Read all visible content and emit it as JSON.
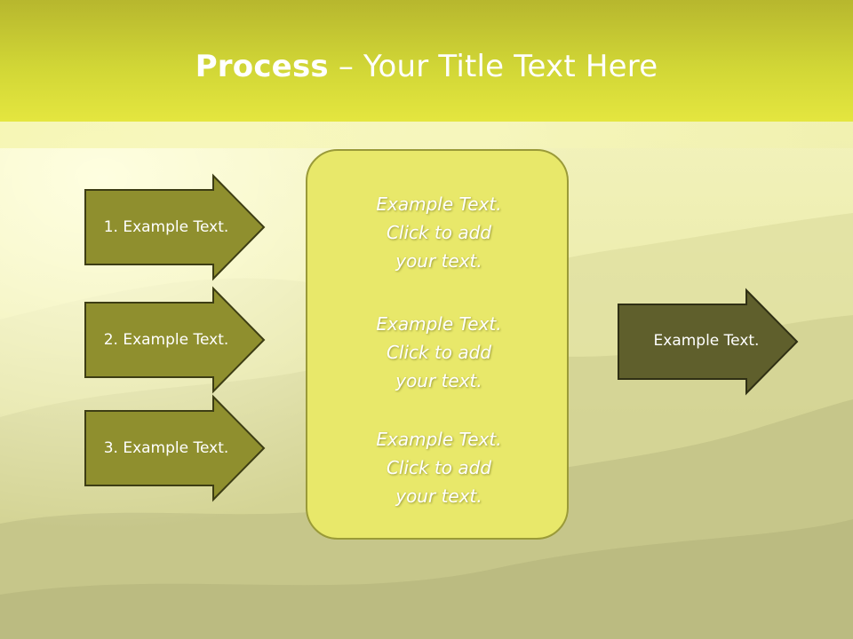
{
  "title": {
    "bold": "Process",
    "rest": " – Your Title Text Here"
  },
  "steps": [
    {
      "label": "1. Example Text."
    },
    {
      "label": "2. Example Text."
    },
    {
      "label": "3. Example Text."
    }
  ],
  "center_items": [
    {
      "line1": "Example Text.",
      "line2": "Click  to add",
      "line3": "your text."
    },
    {
      "line1": "Example Text.",
      "line2": "Click  to add",
      "line3": "your text."
    },
    {
      "line1": "Example Text.",
      "line2": "Click  to add",
      "line3": "your text."
    }
  ],
  "output": {
    "label": "Example Text."
  },
  "colors": {
    "title_band": "#d1d636",
    "step_arrow_fill": "#8f8f2e",
    "step_arrow_stroke": "#3d3d14",
    "output_arrow_fill": "#5f5f2c",
    "center_box_fill": "#e8e86a",
    "center_box_stroke": "#9a9a38"
  }
}
